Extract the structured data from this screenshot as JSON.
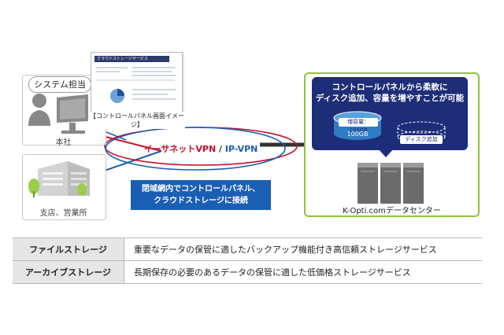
{
  "diagram": {
    "hq": {
      "role_label": "システム担当",
      "caption": "本社"
    },
    "branch": {
      "caption": "支店、営業所"
    },
    "control_panel": {
      "header": "クラウドストレージサービス",
      "caption": "【コントロールパネル画面イメージ】"
    },
    "vpn": {
      "part1": "イーサネットVPN",
      "sep": " / ",
      "part2": "IP-VPN"
    },
    "closed_network": {
      "line1": "閉域網内でコントロールパネル、",
      "line2": "クラウドストレージに接続"
    },
    "datacenter": {
      "callout_line1": "コントロールパネルから柔軟に",
      "callout_line2": "ディスク追加、容量を増やすことが可能",
      "disk1_tag": "増容量：100GB",
      "disk1_size": "100GB",
      "disk2_tag": "ディスク追加",
      "label": "K-Opti.comデータセンター"
    },
    "colors": {
      "accent_red": "#c8102e",
      "accent_blue": "#1a5fb4",
      "green": "#8cc63e",
      "navy": "#1e2d78",
      "disk_blue": "#2e7cc4"
    }
  },
  "table": {
    "rows": [
      {
        "name": "ファイルストレージ",
        "desc": "重要なデータの保管に適したバックアップ機能付き高信頼ストレージサービス"
      },
      {
        "name": "アーカイブストレージ",
        "desc": "長期保存の必要のあるデータの保管に適した低価格ストレージサービス"
      }
    ]
  }
}
